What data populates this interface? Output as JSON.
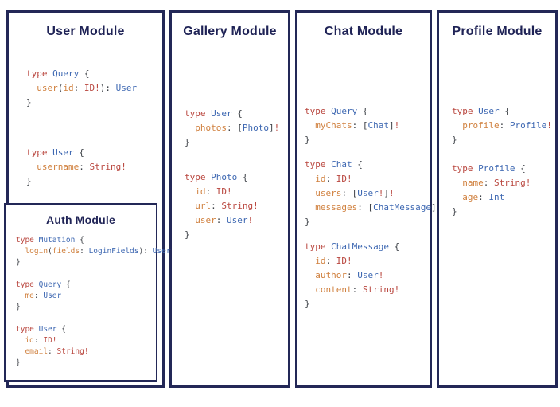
{
  "colors": {
    "navy": "#232857",
    "k": "#b9463e",
    "t": "#3e68b2",
    "f": "#d0803e",
    "p": "#3d4147",
    "r": "#b9463e"
  },
  "modules": {
    "user": {
      "title": "User Module",
      "blocks": [
        [
          [
            [
              "type ",
              "k"
            ],
            [
              "Query ",
              "t"
            ],
            [
              "{",
              "p"
            ]
          ],
          [
            [
              "  user",
              "f"
            ],
            [
              "(",
              "p"
            ],
            [
              "id",
              "f"
            ],
            [
              ": ",
              "p"
            ],
            [
              "ID!",
              "r"
            ],
            [
              "): ",
              "p"
            ],
            [
              "User",
              "t"
            ]
          ],
          [
            [
              "}",
              "p"
            ]
          ]
        ],
        [
          [
            [
              "type ",
              "k"
            ],
            [
              "User ",
              "t"
            ],
            [
              "{",
              "p"
            ]
          ],
          [
            [
              "  username",
              "f"
            ],
            [
              ": ",
              "p"
            ],
            [
              "String!",
              "r"
            ]
          ],
          [
            [
              "}",
              "p"
            ]
          ]
        ]
      ]
    },
    "auth": {
      "title": "Auth Module",
      "blocks": [
        [
          [
            [
              "type ",
              "k"
            ],
            [
              "Mutation ",
              "t"
            ],
            [
              "{",
              "p"
            ]
          ],
          [
            [
              "  login",
              "f"
            ],
            [
              "(",
              "p"
            ],
            [
              "fields",
              "f"
            ],
            [
              ": ",
              "p"
            ],
            [
              "LoginFields",
              "t"
            ],
            [
              "): ",
              "p"
            ],
            [
              "User",
              "t"
            ]
          ],
          [
            [
              "}",
              "p"
            ]
          ]
        ],
        [
          [
            [
              "type ",
              "k"
            ],
            [
              "Query ",
              "t"
            ],
            [
              "{",
              "p"
            ]
          ],
          [
            [
              "  me",
              "f"
            ],
            [
              ": ",
              "p"
            ],
            [
              "User",
              "t"
            ]
          ],
          [
            [
              "}",
              "p"
            ]
          ]
        ],
        [
          [
            [
              "type ",
              "k"
            ],
            [
              "User ",
              "t"
            ],
            [
              "{",
              "p"
            ]
          ],
          [
            [
              "  id",
              "f"
            ],
            [
              ": ",
              "p"
            ],
            [
              "ID!",
              "r"
            ]
          ],
          [
            [
              "  email",
              "f"
            ],
            [
              ": ",
              "p"
            ],
            [
              "String!",
              "r"
            ]
          ],
          [
            [
              "}",
              "p"
            ]
          ]
        ]
      ]
    },
    "gallery": {
      "title": "Gallery Module",
      "blocks": [
        [
          [
            [
              "type ",
              "k"
            ],
            [
              "User ",
              "t"
            ],
            [
              "{",
              "p"
            ]
          ],
          [
            [
              "  photos",
              "f"
            ],
            [
              ": ",
              "p"
            ],
            [
              "[",
              "p"
            ],
            [
              "Photo",
              "t"
            ],
            [
              "]",
              "p"
            ],
            [
              "!",
              "r"
            ]
          ],
          [
            [
              "}",
              "p"
            ]
          ]
        ],
        [
          [
            [
              "type ",
              "k"
            ],
            [
              "Photo ",
              "t"
            ],
            [
              "{",
              "p"
            ]
          ],
          [
            [
              "  id",
              "f"
            ],
            [
              ": ",
              "p"
            ],
            [
              "ID!",
              "r"
            ]
          ],
          [
            [
              "  url",
              "f"
            ],
            [
              ": ",
              "p"
            ],
            [
              "String!",
              "r"
            ]
          ],
          [
            [
              "  user",
              "f"
            ],
            [
              ": ",
              "p"
            ],
            [
              "User",
              "t"
            ],
            [
              "!",
              "r"
            ]
          ],
          [
            [
              "}",
              "p"
            ]
          ]
        ]
      ]
    },
    "chat": {
      "title": "Chat Module",
      "blocks": [
        [
          [
            [
              "type ",
              "k"
            ],
            [
              "Query ",
              "t"
            ],
            [
              "{",
              "p"
            ]
          ],
          [
            [
              "  myChats",
              "f"
            ],
            [
              ": ",
              "p"
            ],
            [
              "[",
              "p"
            ],
            [
              "Chat",
              "t"
            ],
            [
              "]",
              "p"
            ],
            [
              "!",
              "r"
            ]
          ],
          [
            [
              "}",
              "p"
            ]
          ]
        ],
        [
          [
            [
              "type ",
              "k"
            ],
            [
              "Chat ",
              "t"
            ],
            [
              "{",
              "p"
            ]
          ],
          [
            [
              "  id",
              "f"
            ],
            [
              ": ",
              "p"
            ],
            [
              "ID!",
              "r"
            ]
          ],
          [
            [
              "  users",
              "f"
            ],
            [
              ": ",
              "p"
            ],
            [
              "[",
              "p"
            ],
            [
              "User",
              "t"
            ],
            [
              "!",
              "r"
            ],
            [
              "]",
              "p"
            ],
            [
              "!",
              "r"
            ]
          ],
          [
            [
              "  messages",
              "f"
            ],
            [
              ": ",
              "p"
            ],
            [
              "[",
              "p"
            ],
            [
              "ChatMessage",
              "t"
            ],
            [
              "]",
              "p"
            ],
            [
              "!",
              "r"
            ]
          ],
          [
            [
              "}",
              "p"
            ]
          ]
        ],
        [
          [
            [
              "type ",
              "k"
            ],
            [
              "ChatMessage ",
              "t"
            ],
            [
              "{",
              "p"
            ]
          ],
          [
            [
              "  id",
              "f"
            ],
            [
              ": ",
              "p"
            ],
            [
              "ID!",
              "r"
            ]
          ],
          [
            [
              "  author",
              "f"
            ],
            [
              ": ",
              "p"
            ],
            [
              "User",
              "t"
            ],
            [
              "!",
              "r"
            ]
          ],
          [
            [
              "  content",
              "f"
            ],
            [
              ": ",
              "p"
            ],
            [
              "String!",
              "r"
            ]
          ],
          [
            [
              "}",
              "p"
            ]
          ]
        ]
      ]
    },
    "profile": {
      "title": "Profile Module",
      "blocks": [
        [
          [
            [
              "type ",
              "k"
            ],
            [
              "User ",
              "t"
            ],
            [
              "{",
              "p"
            ]
          ],
          [
            [
              "  profile",
              "f"
            ],
            [
              ": ",
              "p"
            ],
            [
              "Profile",
              "t"
            ],
            [
              "!",
              "r"
            ]
          ],
          [
            [
              "}",
              "p"
            ]
          ]
        ],
        [
          [
            [
              "type ",
              "k"
            ],
            [
              "Profile ",
              "t"
            ],
            [
              "{",
              "p"
            ]
          ],
          [
            [
              "  name",
              "f"
            ],
            [
              ": ",
              "p"
            ],
            [
              "String!",
              "r"
            ]
          ],
          [
            [
              "  age",
              "f"
            ],
            [
              ": ",
              "p"
            ],
            [
              "Int",
              "t"
            ]
          ],
          [
            [
              "}",
              "p"
            ]
          ]
        ]
      ]
    }
  }
}
